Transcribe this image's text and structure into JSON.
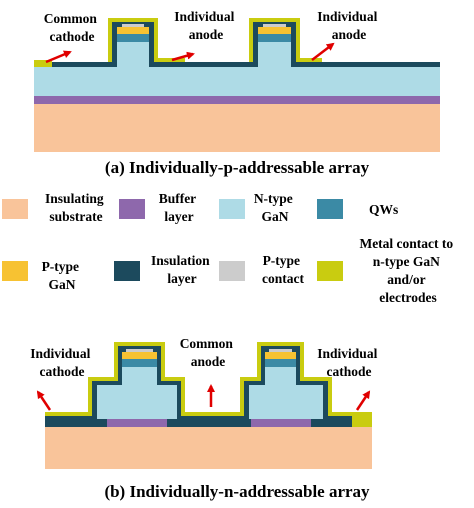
{
  "colors": {
    "insulating_substrate": "#f9c49a",
    "buffer_layer": "#8e68ac",
    "n_type_gan": "#aedbe6",
    "qws": "#3b8aa5",
    "p_type_gan": "#f7c232",
    "insulation_layer": "#1c4a5d",
    "p_type_contact": "#cccccc",
    "metal_contact": "#c9cc10",
    "arrow": "#e00000"
  },
  "top": {
    "label_left": [
      "Common",
      "cathode"
    ],
    "label_mid": [
      "Individual",
      "anode"
    ],
    "label_right": [
      "Individual",
      "anode"
    ],
    "caption": "(a) Individually-p-addressable array"
  },
  "legend": {
    "insulating_substrate": [
      "Insulating",
      "substrate"
    ],
    "buffer_layer": [
      "Buffer",
      "layer"
    ],
    "n_type_gan": [
      "N-type",
      "GaN"
    ],
    "qws": [
      "QWs"
    ],
    "p_type_gan": [
      "P-type",
      "GaN"
    ],
    "insulation_layer": [
      "Insulation",
      "layer"
    ],
    "p_type_contact": [
      "P-type",
      "contact"
    ],
    "metal_contact": [
      "Metal contact to",
      "n-type GaN",
      "and/or",
      "electrodes"
    ]
  },
  "bottom": {
    "label_left": [
      "Individual",
      "cathode"
    ],
    "label_mid": [
      "Common",
      "anode"
    ],
    "label_right": [
      "Individual",
      "cathode"
    ],
    "caption": "(b) Individually-n-addressable array"
  }
}
